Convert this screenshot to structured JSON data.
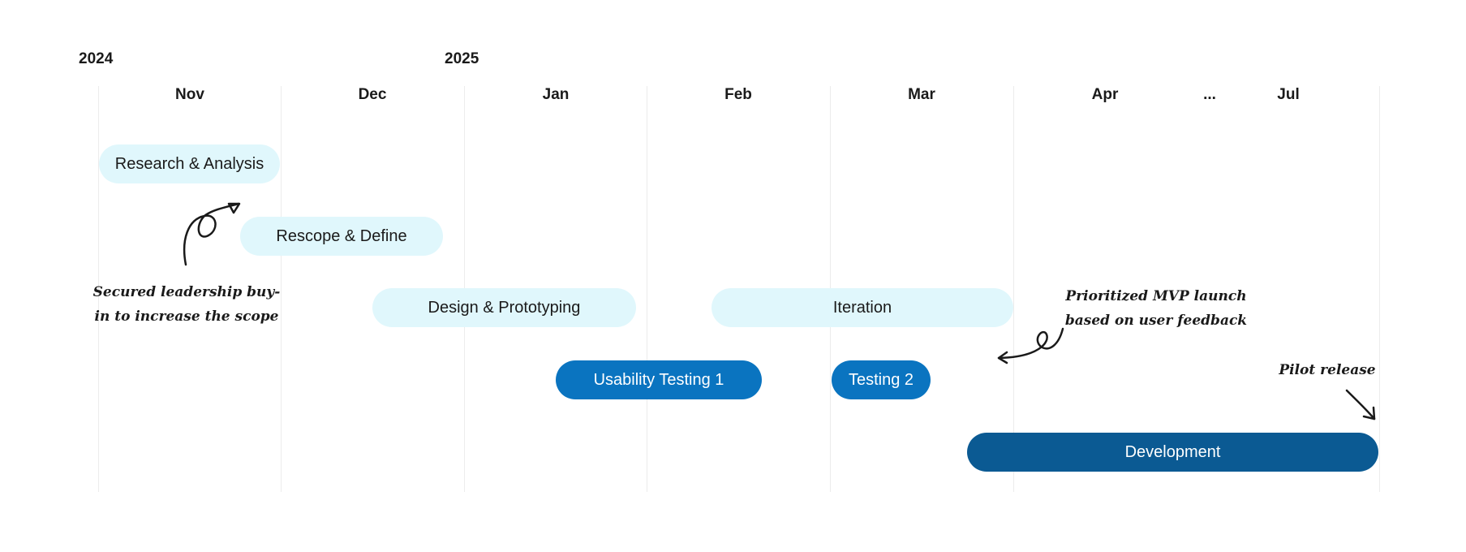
{
  "years": {
    "first": "2024",
    "second": "2025"
  },
  "months": [
    "Nov",
    "Dec",
    "Jan",
    "Feb",
    "Mar",
    "Apr",
    "...",
    "Jul"
  ],
  "tasks": [
    {
      "label": "Research & Analysis",
      "style": "light"
    },
    {
      "label": "Rescope & Define",
      "style": "light"
    },
    {
      "label": "Design & Prototyping",
      "style": "light"
    },
    {
      "label": "Iteration",
      "style": "light"
    },
    {
      "label": "Usability Testing 1",
      "style": "mid"
    },
    {
      "label": "Testing 2",
      "style": "mid"
    },
    {
      "label": "Development",
      "style": "dark"
    }
  ],
  "annotations": {
    "leadership_line1": "Secured leadership buy-",
    "leadership_line2": "in to increase the scope",
    "mvp_line1": "Prioritized MVP launch",
    "mvp_line2": "based on user feedback",
    "pilot": "Pilot release"
  },
  "colors": {
    "light_bar": "#e0f7fc",
    "mid_bar": "#0a74c0",
    "dark_bar": "#0b5a93",
    "gridline": "#ececec"
  }
}
